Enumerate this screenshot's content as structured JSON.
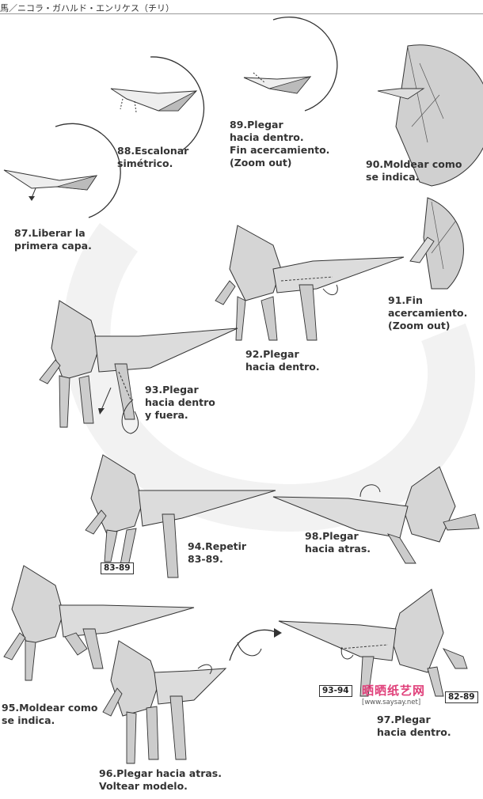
{
  "header": {
    "title": "馬／ニコラ・ガハルド・エンリケス（チリ）"
  },
  "steps": [
    {
      "id": "87",
      "caption": "87.Liberar la\nprimera capa."
    },
    {
      "id": "88",
      "caption": "88.Escalonar\nsimétrico."
    },
    {
      "id": "89",
      "caption": "89.Plegar\nhacia dentro.\nFin acercamiento.\n(Zoom out)"
    },
    {
      "id": "90",
      "caption": "90.Moldear como\nse indica."
    },
    {
      "id": "91",
      "caption": "91.Fin\nacercamiento.\n(Zoom out)"
    },
    {
      "id": "92",
      "caption": "92.Plegar\nhacia dentro."
    },
    {
      "id": "93",
      "caption": "93.Plegar\nhacia dentro\ny fuera."
    },
    {
      "id": "94",
      "caption": "94.Repetir\n83-89."
    },
    {
      "id": "95",
      "caption": "95.Moldear como\nse indica."
    },
    {
      "id": "96",
      "caption": "96.Plegar hacia atras.\nVoltear modelo."
    },
    {
      "id": "97",
      "caption": "97.Plegar\nhacia dentro."
    },
    {
      "id": "98",
      "caption": "98.Plegar\nhacia atras."
    }
  ],
  "refs": {
    "step94": "83-89",
    "step97_left": "93-94",
    "step97_right": "82-89"
  },
  "watermark": {
    "brand": "晒晒纸艺网",
    "url": "[www.saysay.net]"
  },
  "colors": {
    "paper": "#d9d9d9",
    "paper_dark": "#b3b3b3",
    "line": "#333333"
  }
}
